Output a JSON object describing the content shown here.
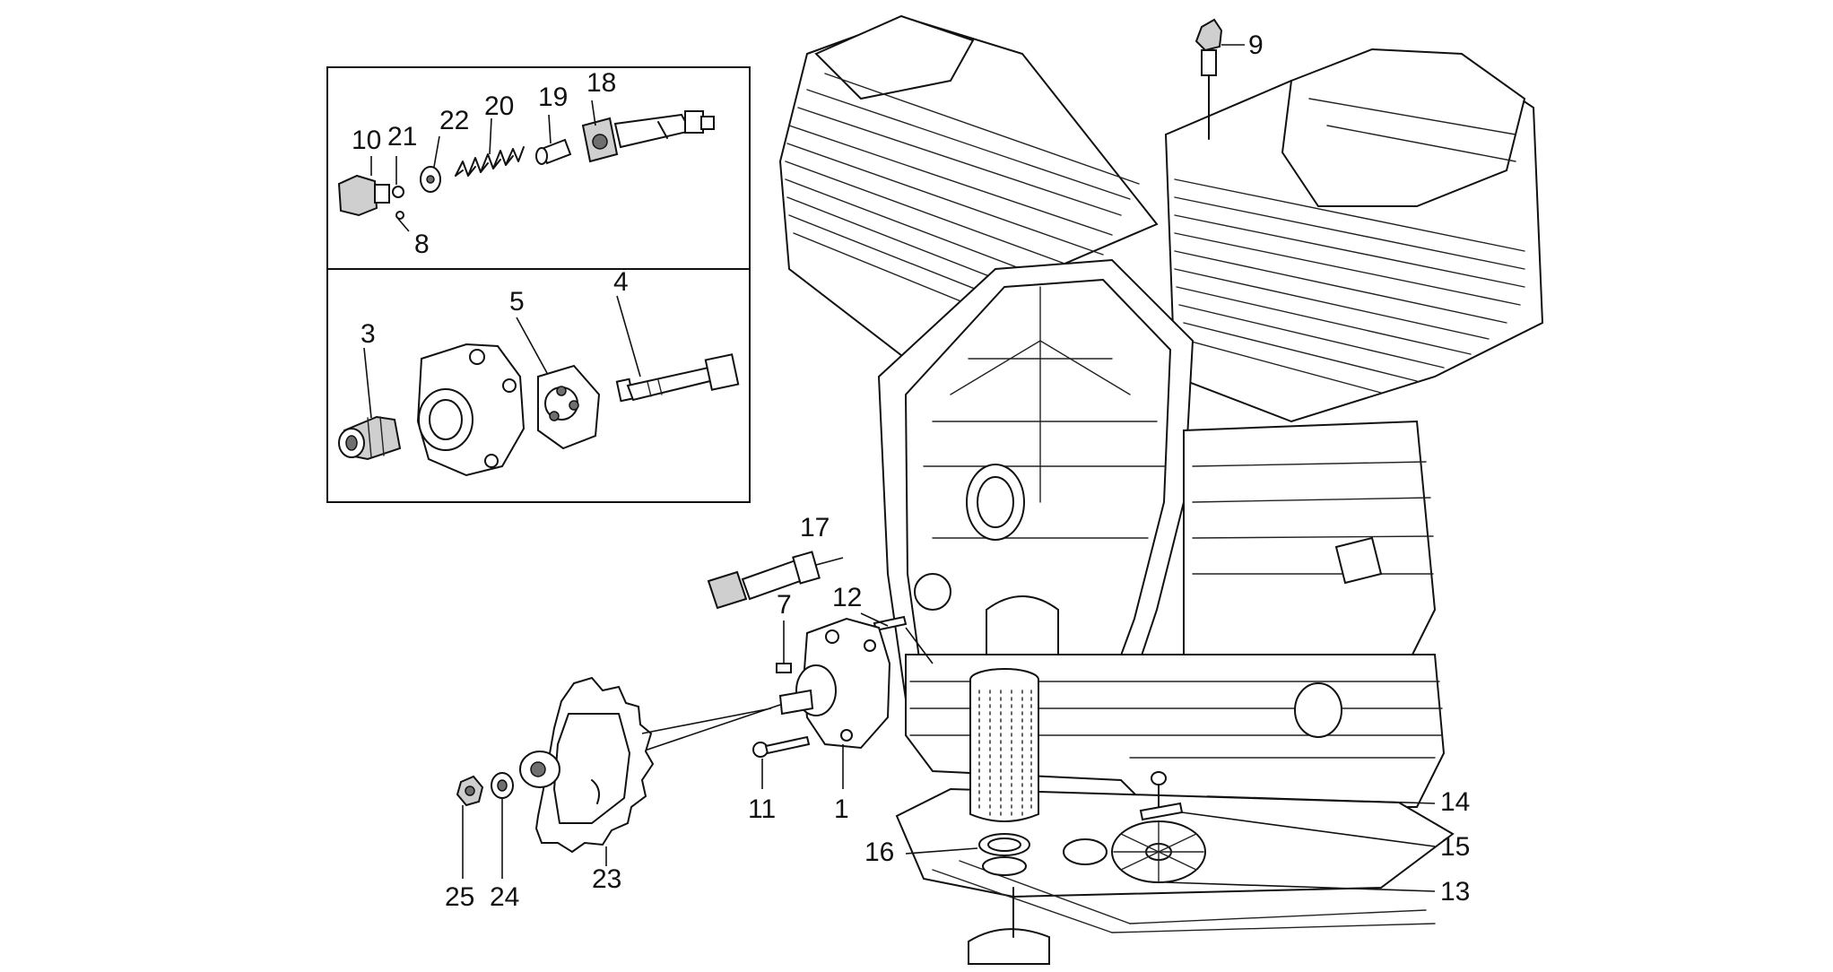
{
  "diagram": {
    "kind": "exploded parts diagram (engine lubrication / oil pump)",
    "callouts": {
      "c1": "1",
      "c3": "3",
      "c4": "4",
      "c5": "5",
      "c7": "7",
      "c8": "8",
      "c9": "9",
      "c10": "10",
      "c11": "11",
      "c12": "12",
      "c13": "13",
      "c14": "14",
      "c15": "15",
      "c16": "16",
      "c17": "17",
      "c18": "18",
      "c19": "19",
      "c20": "20",
      "c21": "21",
      "c22": "22",
      "c23": "23",
      "c24": "24",
      "c25": "25"
    },
    "colors": {
      "line": "#111111",
      "background": "#ffffff",
      "shade": "#cfcfcf"
    }
  }
}
